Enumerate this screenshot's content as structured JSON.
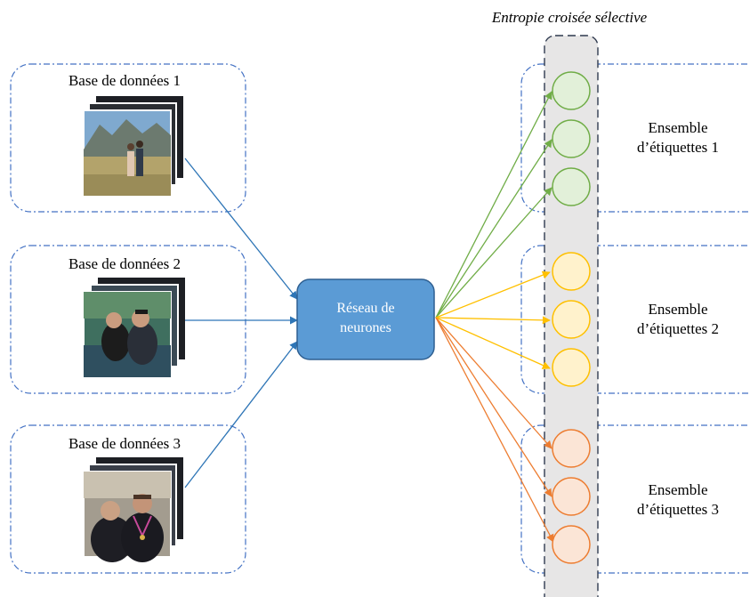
{
  "header": {
    "loss_label": "Entropie croisée sélective"
  },
  "network": {
    "line1": "Réseau de",
    "line2": "neurones"
  },
  "databases": [
    {
      "label": "Base de données 1",
      "photo_icon": "hikers-mountain-photo-icon"
    },
    {
      "label": "Base de données 2",
      "photo_icon": "couple-boat-photo-icon"
    },
    {
      "label": "Base de données 3",
      "photo_icon": "couple-medal-photo-icon"
    }
  ],
  "label_sets": [
    {
      "line1": "Ensemble",
      "line2": "d’étiquettes 1",
      "color": "#70AD47",
      "fill": "#E2F0D9"
    },
    {
      "line1": "Ensemble",
      "line2": "d’étiquettes 2",
      "color": "#FFC000",
      "fill": "#FFF2CC"
    },
    {
      "line1": "Ensemble",
      "line2": "d’étiquettes 3",
      "color": "#ED7D31",
      "fill": "#FBE5D6"
    }
  ],
  "colors": {
    "network_fill": "#5B9BD5",
    "network_border": "#2E5F91",
    "input_arrow": "#2E75B6",
    "dashed_frame": "#4472C4",
    "selection_band": "#E7E6E6"
  }
}
